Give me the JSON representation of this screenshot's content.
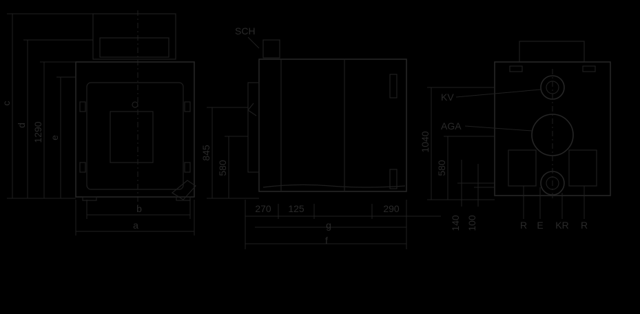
{
  "front_view": {
    "dims": {
      "a": "a",
      "b": "b",
      "c": "c",
      "d": "d",
      "e": "e",
      "h1290": "1290"
    }
  },
  "side_view": {
    "labels": {
      "sch": "SCH"
    },
    "dims": {
      "d845": "845",
      "d580": "580",
      "d270": "270",
      "d125": "125",
      "d290": "290",
      "g": "g",
      "f": "f"
    }
  },
  "rear_view": {
    "labels": {
      "kv": "KV",
      "aga": "AGA",
      "r_left": "R",
      "e": "E",
      "kr": "KR",
      "r_right": "R"
    },
    "dims": {
      "d1040": "1040",
      "d580": "580",
      "d140": "140",
      "d100": "100"
    }
  }
}
